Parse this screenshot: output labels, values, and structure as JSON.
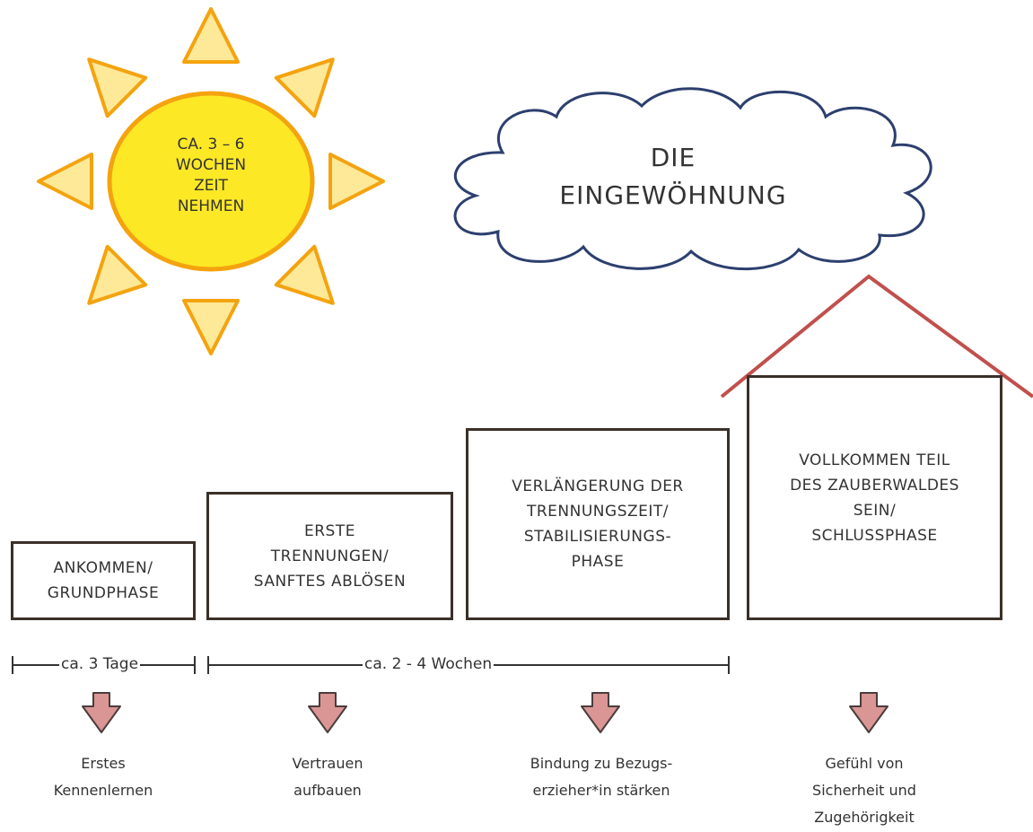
{
  "sun": {
    "text": "CA. 3 – 6\nWOCHEN\nZEIT\nNEHMEN",
    "fill": "#fde825",
    "ray_fill": "#fde998",
    "stroke": "#f4a30f"
  },
  "cloud": {
    "title": "DIE\nEINGEWÖHNUNG",
    "stroke": "#2c3f6e"
  },
  "roof_color": "#c0504d",
  "phases": [
    {
      "label": "ANKOMMEN/\nGRUNDPHASE"
    },
    {
      "label": "ERSTE\nTRENNUNGEN/\nSANFTES ABLÖSEN"
    },
    {
      "label": "VERLÄNGERUNG DER\nTRENNUNGSZEIT/\nSTABILISIERUNGS-\nPHASE"
    },
    {
      "label": "VOLLKOMMEN TEIL\nDES ZAUBERWALDES\nSEIN/\nSCHLUSSPHASE"
    }
  ],
  "durations": [
    {
      "label": "ca. 3 Tage"
    },
    {
      "label": "ca. 2 - 4 Wochen"
    }
  ],
  "arrow_color": "#d99694",
  "outcomes": [
    {
      "text": "Erstes\nKennenlernen"
    },
    {
      "text": "Vertrauen\naufbauen"
    },
    {
      "text": "Bindung zu Bezugs-\nerzieher*in stärken"
    },
    {
      "text": "Gefühl von\nSicherheit und\nZugehörigkeit"
    }
  ]
}
